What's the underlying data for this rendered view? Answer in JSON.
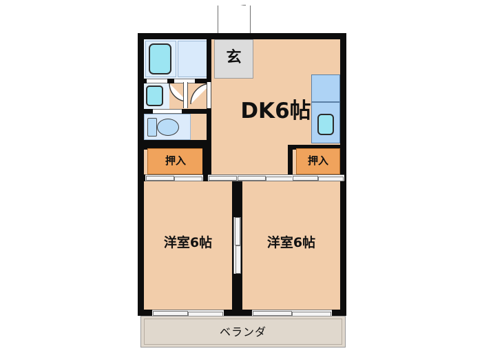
{
  "plan": {
    "title": "2DK apartment floor plan",
    "background_color": "#ffffff",
    "wall_color": "#0d0d0d",
    "room_fill_color": "#f2cdaa",
    "closet_fill_color": "#f0a35c",
    "water_area_color": "#e8f2fd",
    "genkan_fill_color": "#dcdcdc",
    "veranda_fill_color": "#e0d8cd",
    "fixture_color": "#9ad9ee"
  },
  "rooms": [
    {
      "id": "dk",
      "label": "DK6帖",
      "type": "dining-kitchen"
    },
    {
      "id": "washroom",
      "label": "",
      "type": "washroom"
    },
    {
      "id": "bath",
      "label": "",
      "type": "bathroom"
    },
    {
      "id": "toilet",
      "label": "",
      "type": "toilet"
    },
    {
      "id": "genkan",
      "label": "玄",
      "type": "entrance"
    },
    {
      "id": "closet_left",
      "label": "押入",
      "type": "closet"
    },
    {
      "id": "closet_right",
      "label": "押入",
      "type": "closet"
    },
    {
      "id": "bedroom_left",
      "label": "洋室6帖",
      "type": "western-room"
    },
    {
      "id": "bedroom_right",
      "label": "洋室6帖",
      "type": "western-room"
    },
    {
      "id": "veranda",
      "label": "ベランダ",
      "type": "balcony"
    }
  ],
  "labels": {
    "dk": "DK6帖",
    "genkan": "玄",
    "closet_left": "押入",
    "closet_right": "押入",
    "bedroom_left": "洋室6帖",
    "bedroom_right": "洋室6帖",
    "veranda": "ベランダ"
  },
  "fixtures": [
    {
      "name": "bathtub",
      "icon": "bathtub-icon"
    },
    {
      "name": "washbasin",
      "icon": "washbasin-icon"
    },
    {
      "name": "toilet",
      "icon": "toilet-icon"
    },
    {
      "name": "kitchen-sink",
      "icon": "sink-icon"
    },
    {
      "name": "kitchen-counter",
      "icon": "counter-icon"
    }
  ],
  "doors": [
    {
      "name": "entrance-door",
      "type": "swing"
    },
    {
      "name": "washroom-door",
      "type": "swing"
    },
    {
      "name": "dk-washroom-door",
      "type": "swing"
    },
    {
      "name": "bedroom-divider",
      "type": "sliding"
    },
    {
      "name": "closet-left-door",
      "type": "sliding"
    },
    {
      "name": "closet-right-door",
      "type": "sliding"
    },
    {
      "name": "dk-bedroom-left-door",
      "type": "sliding"
    },
    {
      "name": "dk-bedroom-right-door",
      "type": "sliding"
    },
    {
      "name": "veranda-door-left",
      "type": "sliding"
    },
    {
      "name": "veranda-door-right",
      "type": "sliding"
    }
  ]
}
